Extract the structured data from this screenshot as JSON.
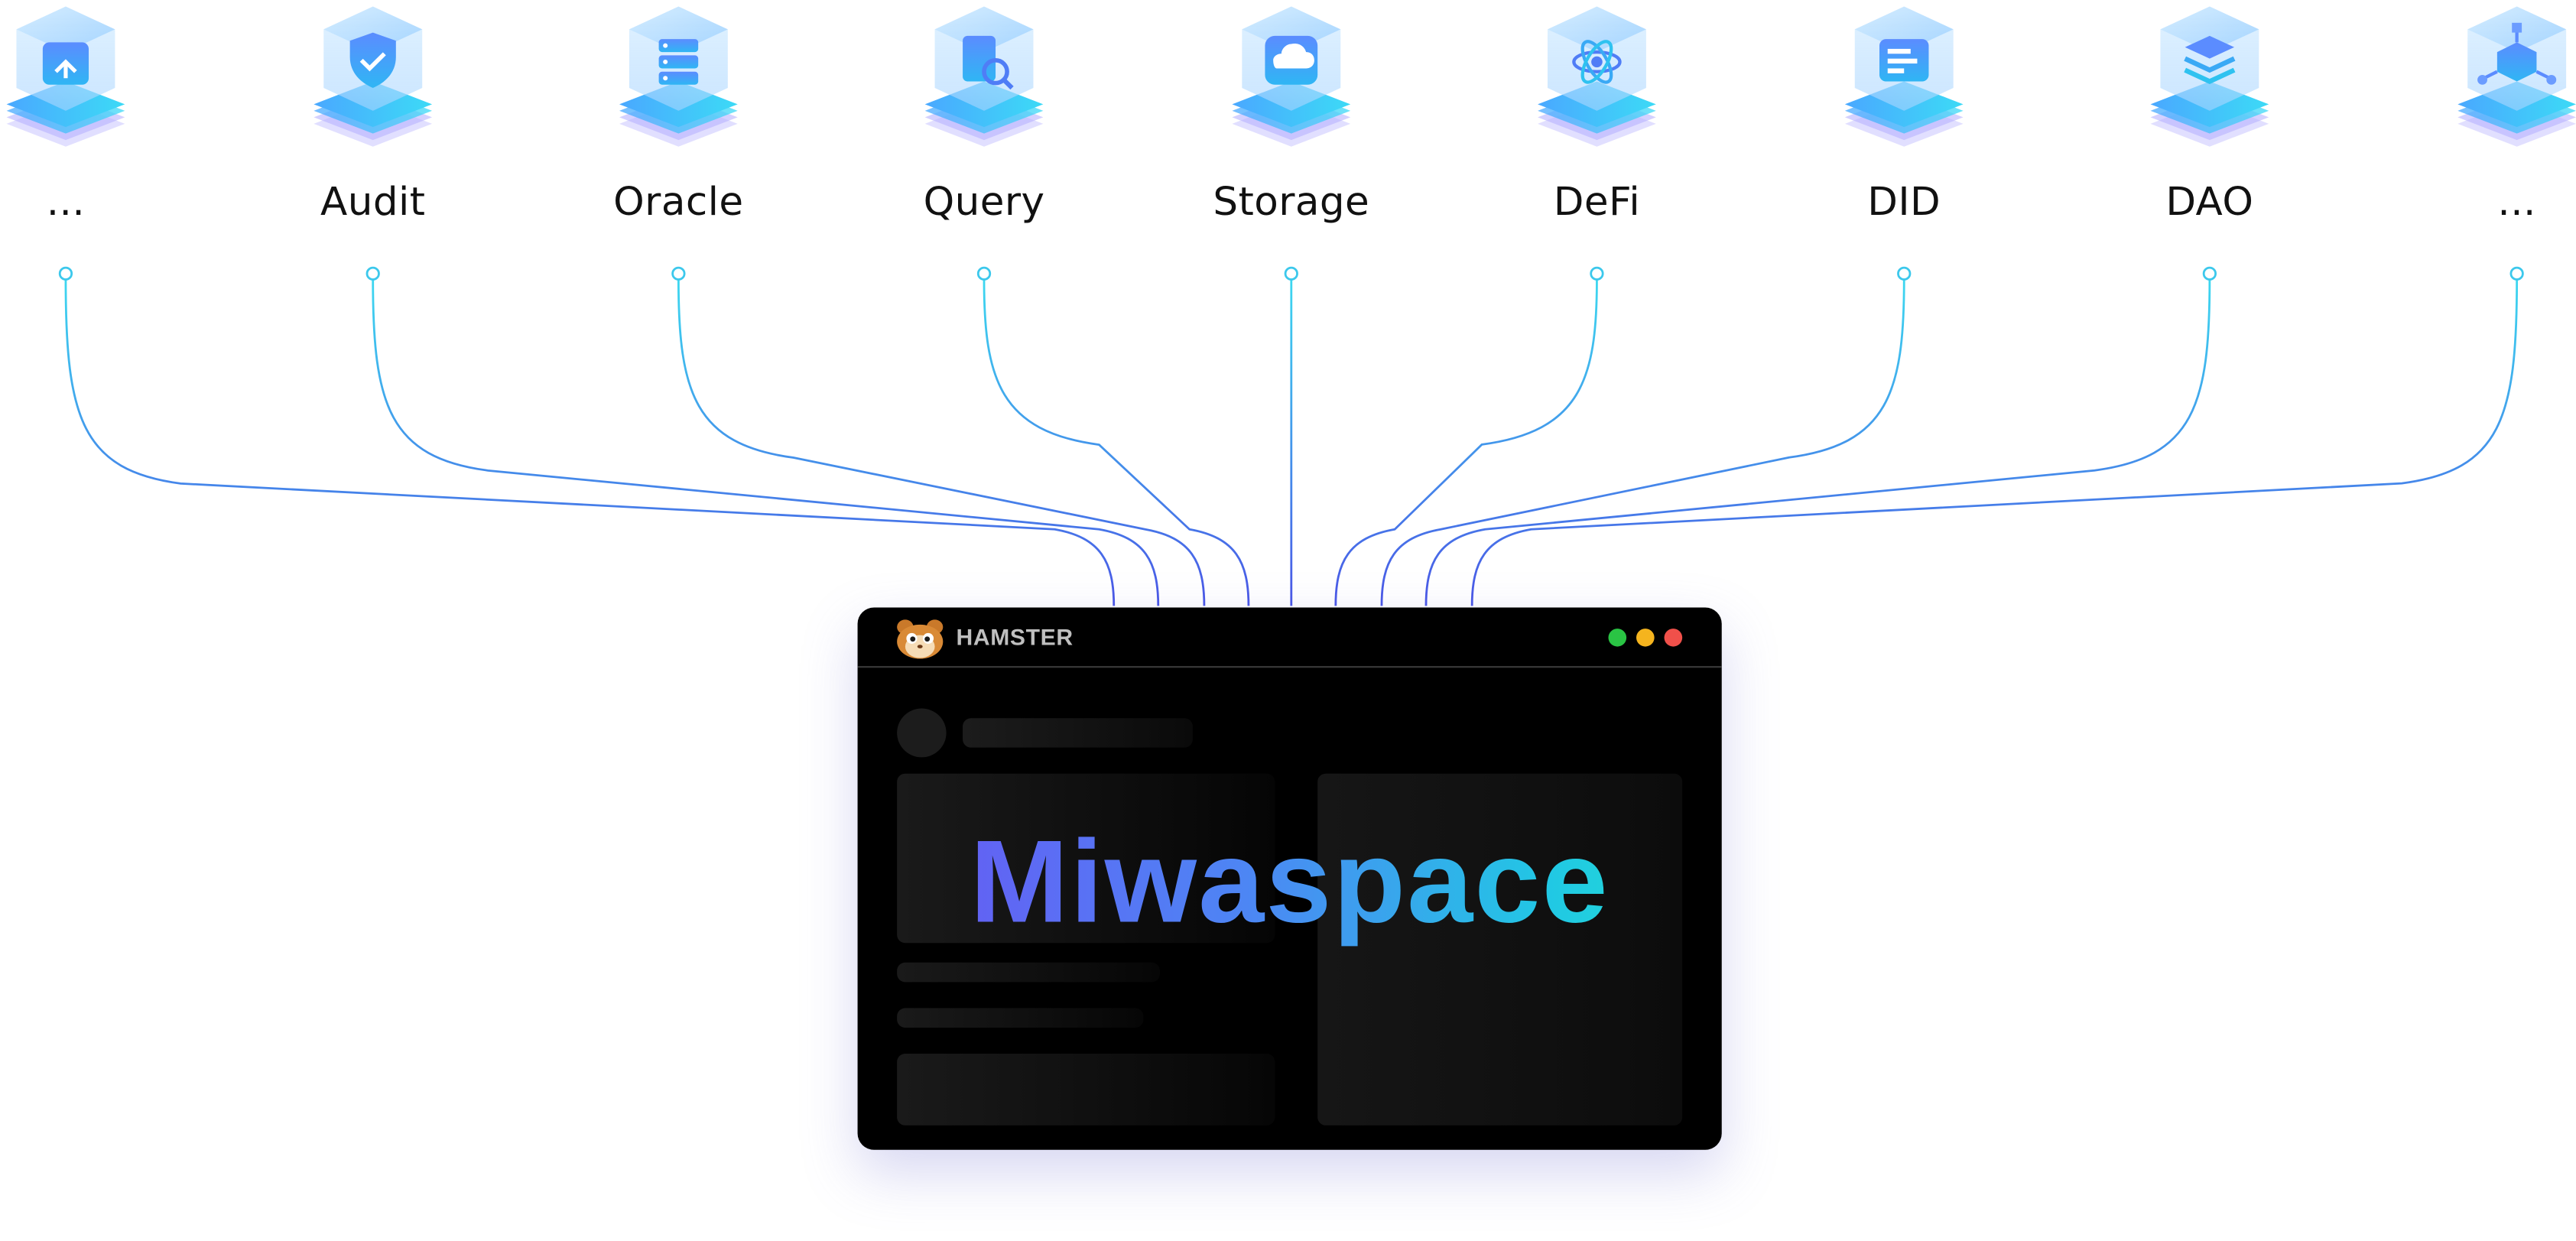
{
  "diagram": {
    "nodes": [
      {
        "label": "...",
        "icon": "upload-doc-icon"
      },
      {
        "label": "Audit",
        "icon": "shield-check-icon"
      },
      {
        "label": "Oracle",
        "icon": "server-cloud-icon"
      },
      {
        "label": "Query",
        "icon": "file-search-icon"
      },
      {
        "label": "Storage",
        "icon": "cloud-drive-icon"
      },
      {
        "label": "DeFi",
        "icon": "atom-icon"
      },
      {
        "label": "DID",
        "icon": "id-card-icon"
      },
      {
        "label": "DAO",
        "icon": "layers-icon"
      },
      {
        "label": "...",
        "icon": "network-cube-icon"
      }
    ]
  },
  "app_window": {
    "brand": "HAMSTER",
    "logo": "hamster-logo-icon",
    "title": "Miwaspace",
    "traffic_lights": [
      "#2ac444",
      "#f5b41e",
      "#f0504a"
    ]
  },
  "colors": {
    "connector_start": "#3cdaf0",
    "connector_end": "#4a56e6",
    "title_gradient": [
      "#6a54f3",
      "#4d86f4",
      "#21c8e4",
      "#20e0d0"
    ],
    "window_bg": "#000000"
  }
}
